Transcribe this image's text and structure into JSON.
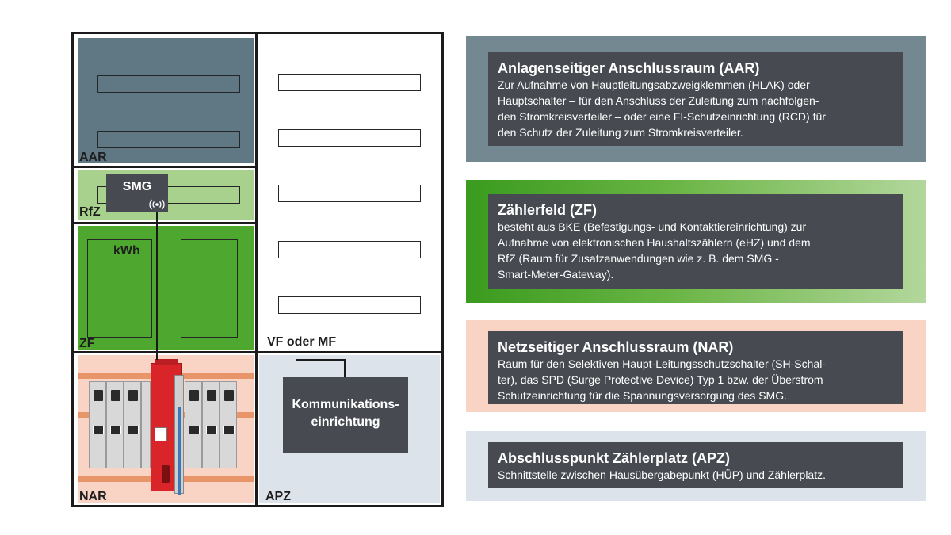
{
  "cabinet": {
    "aar_label": "AAR",
    "rfz_label": "RfZ",
    "zf_label": "ZF",
    "nar_label": "NAR",
    "vf_label": "VF oder MF",
    "apz_label": "APZ",
    "smg_label": "SMG",
    "kwh_label": "kWh",
    "komm_line1": "Kommunikations-",
    "komm_line2": "einrichtung"
  },
  "info_boxes": [
    {
      "title": "Anlagenseitiger Anschlussraum (AAR)",
      "lines": [
        "Zur Aufnahme von Hauptleitungsabzweigklemmen (HLAK) oder",
        "Hauptschalter – für den Anschluss der Zuleitung zum nachfolgen-",
        "den Stromkreisverteiler – oder eine FI-Schutzeinrichtung (RCD) für",
        "den Schutz der Zuleitung zum Stromkreisverteiler."
      ]
    },
    {
      "title": "Zählerfeld (ZF)",
      "lines": [
        "besteht aus BKE (Befestigungs- und Kontaktiereinrichtung) zur",
        "Aufnahme von elektronischen Haushaltszählern (eHZ) und dem",
        "RfZ (Raum für Zusatzanwendungen wie z. B. dem SMG -",
        "Smart-Meter-Gateway)."
      ]
    },
    {
      "title": "Netzseitiger Anschlussraum (NAR)",
      "lines": [
        "Raum für den Selektiven Haupt-Leitungsschutzschalter (SH-Schal-",
        "ter), das SPD (Surge Protective Device) Typ 1 bzw. der Überstrom",
        "Schutzeinrichtung für die Spannungsversorgung des SMG."
      ]
    },
    {
      "title": "Abschlusspunkt Zählerplatz (APZ)",
      "lines": [
        "Schnittstelle zwischen Hausübergabepunkt (HÜP) und Zählerplatz."
      ]
    }
  ],
  "colors": {
    "aar_fill": "#607883",
    "rfz_fill": "#a9d18e",
    "zf_fill": "#4ea72e",
    "nar_fill": "#f9d3c3",
    "apz_fill": "#dde3ea",
    "info_box": "#474b51",
    "breaker_red": "#d9252a"
  }
}
